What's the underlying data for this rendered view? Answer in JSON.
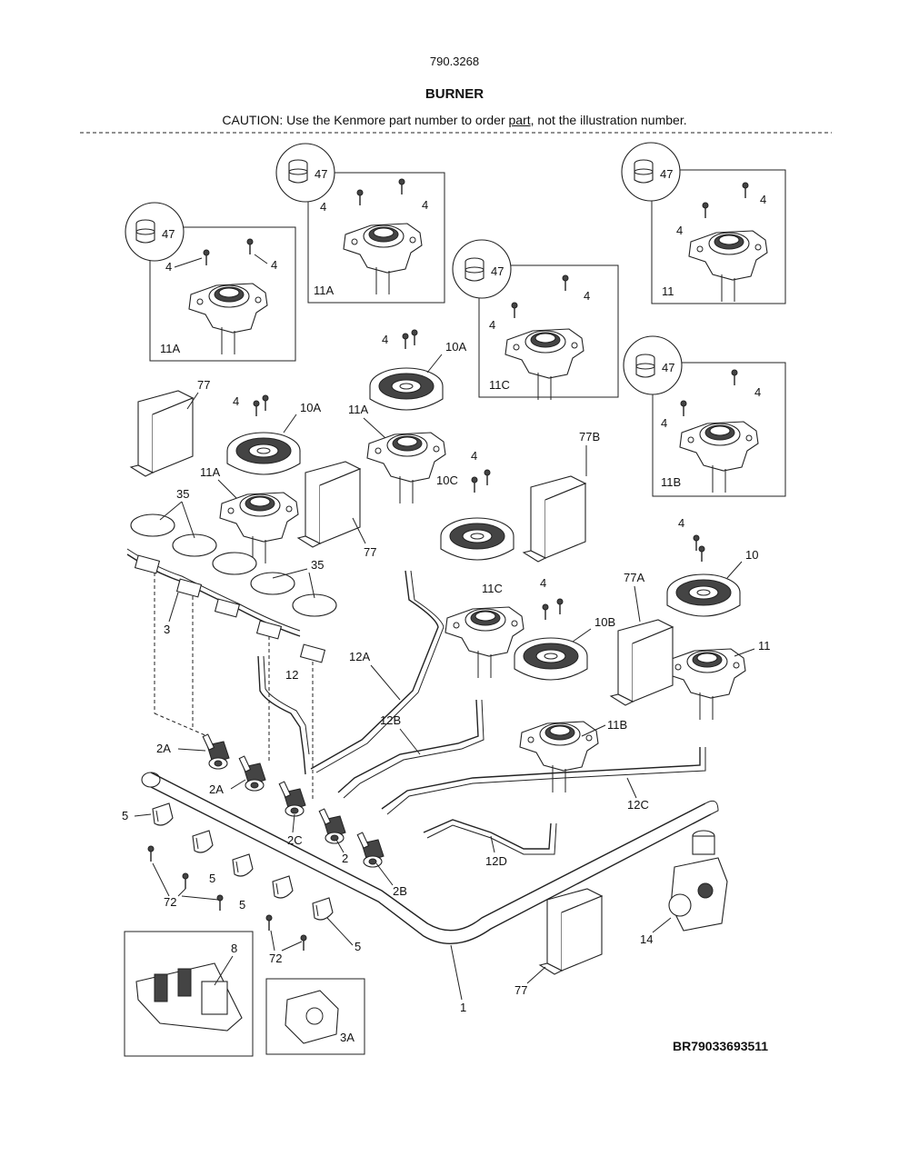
{
  "header": {
    "model": "790.3268",
    "title": "BURNER",
    "caution_prefix": "CAUTION: Use the Kenmore part number to order ",
    "caution_link": "part",
    "caution_suffix": ", not the illustration number."
  },
  "diagram_code": "BR79033693511",
  "labels": {
    "p47": "47",
    "p4": "4",
    "p11A": "11A",
    "p11": "11",
    "p11C": "11C",
    "p11B": "11B",
    "p10A": "10A",
    "p10": "10",
    "p10B": "10B",
    "p10C": "10C",
    "p77": "77",
    "p77A": "77A",
    "p77B": "77B",
    "p35": "35",
    "p3": "3",
    "p3A": "3A",
    "p12": "12",
    "p12A": "12A",
    "p12B": "12B",
    "p12C": "12C",
    "p12D": "12D",
    "p2": "2",
    "p2A": "2A",
    "p2B": "2B",
    "p2C": "2C",
    "p5": "5",
    "p72": "72",
    "p1": "1",
    "p8": "8",
    "p14": "14"
  },
  "icons": [
    "burner-cap-icon",
    "screw-icon",
    "burner-base-icon",
    "burner-head-icon",
    "bracket-icon",
    "valve-icon",
    "regulator-icon",
    "igniter-module-icon"
  ]
}
